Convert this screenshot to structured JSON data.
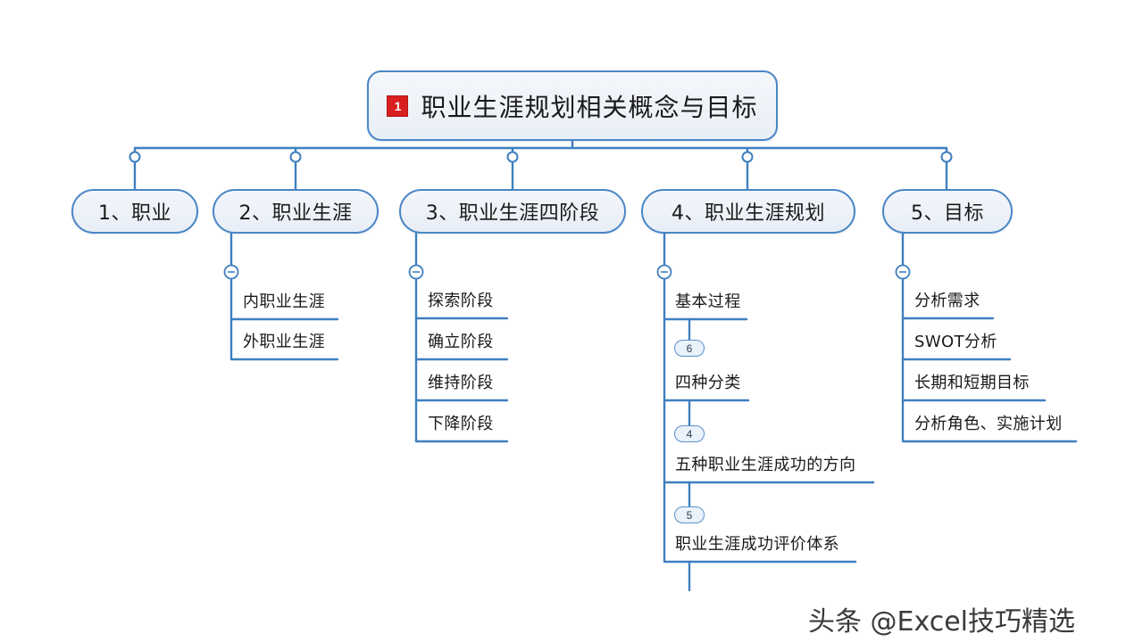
{
  "theme": {
    "line_color": "#3f7fbf",
    "node_border": "#4a86c5",
    "node_fill": "#eef3f9",
    "badge_red": "#d91f1f",
    "text_color": "#1a1a1a",
    "background": "#ffffff"
  },
  "root": {
    "badge": "1",
    "title": "职业生涯规划相关概念与目标"
  },
  "branches": [
    {
      "label": "1、职业",
      "collapse_toggle": null,
      "children": []
    },
    {
      "label": "2、职业生涯",
      "collapse_toggle": "−",
      "children": [
        {
          "label": "内职业生涯",
          "badge": null
        },
        {
          "label": "外职业生涯",
          "badge": null
        }
      ]
    },
    {
      "label": "3、职业生涯四阶段",
      "collapse_toggle": "−",
      "children": [
        {
          "label": "探索阶段",
          "badge": null
        },
        {
          "label": "确立阶段",
          "badge": null
        },
        {
          "label": "维持阶段",
          "badge": null
        },
        {
          "label": "下降阶段",
          "badge": null
        }
      ]
    },
    {
      "label": "4、职业生涯规划",
      "collapse_toggle": "−",
      "children": [
        {
          "label": "基本过程",
          "badge": null
        },
        {
          "label": "四种分类",
          "badge": "6"
        },
        {
          "label": "五种职业生涯成功的方向",
          "badge": "4"
        },
        {
          "label": "职业生涯成功评价体系",
          "badge": "5"
        }
      ]
    },
    {
      "label": "5、目标",
      "collapse_toggle": "−",
      "children": [
        {
          "label": "分析需求",
          "badge": null
        },
        {
          "label": "SWOT分析",
          "badge": null
        },
        {
          "label": "长期和短期目标",
          "badge": null
        },
        {
          "label": "分析角色、实施计划",
          "badge": null
        }
      ]
    }
  ],
  "watermark": {
    "text": "头条 @Excel技巧精选"
  }
}
